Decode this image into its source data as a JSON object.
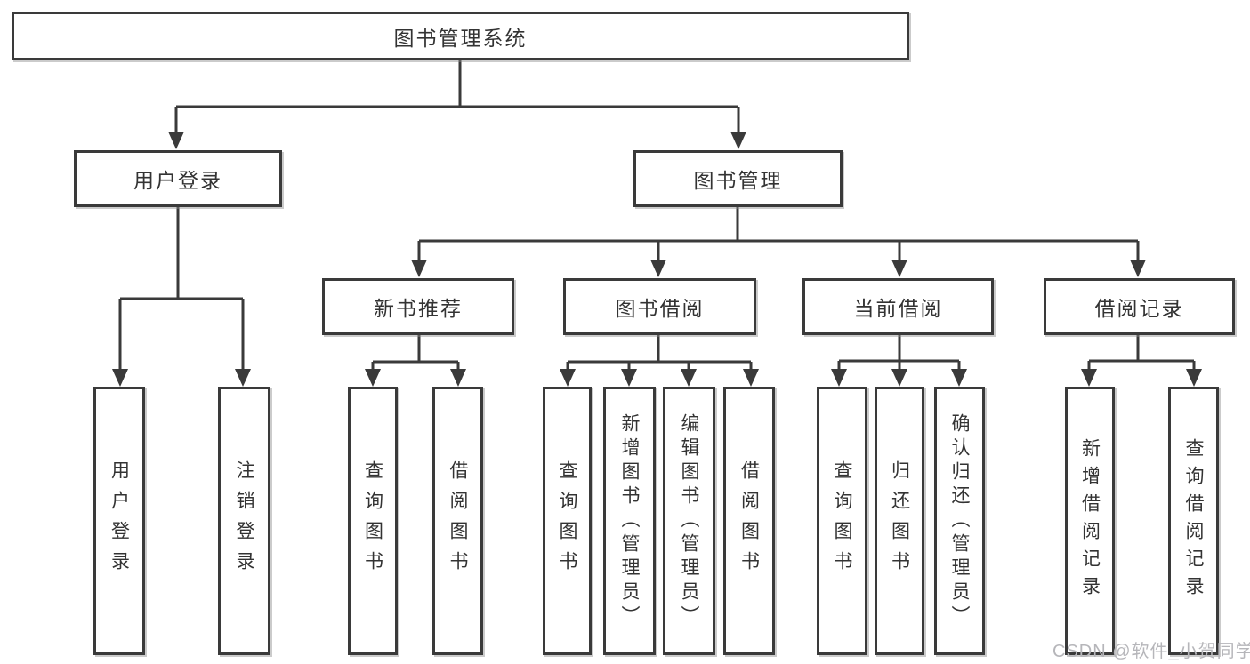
{
  "diagram": {
    "root": "图书管理系统",
    "level2": [
      {
        "label": "用户登录",
        "children": [
          "用户登录",
          "注销登录"
        ]
      },
      {
        "label": "图书管理",
        "modules": [
          {
            "label": "新书推荐",
            "children": [
              "查询图书",
              "借阅图书"
            ]
          },
          {
            "label": "图书借阅",
            "children": [
              "查询图书",
              "新增图书（管理员）",
              "编辑图书（管理员）",
              "借阅图书"
            ]
          },
          {
            "label": "当前借阅",
            "children": [
              "查询图书",
              "归还图书",
              "确认归还（管理员）"
            ]
          },
          {
            "label": "借阅记录",
            "children": [
              "新增借阅记录",
              "查询借阅记录"
            ]
          }
        ]
      }
    ]
  },
  "watermark": "CSDN @软件_小贺同学",
  "colors": {
    "line": "#3a3a3a",
    "text": "#333333",
    "watermark": "#b6b6ba",
    "background": "#ffffff"
  }
}
